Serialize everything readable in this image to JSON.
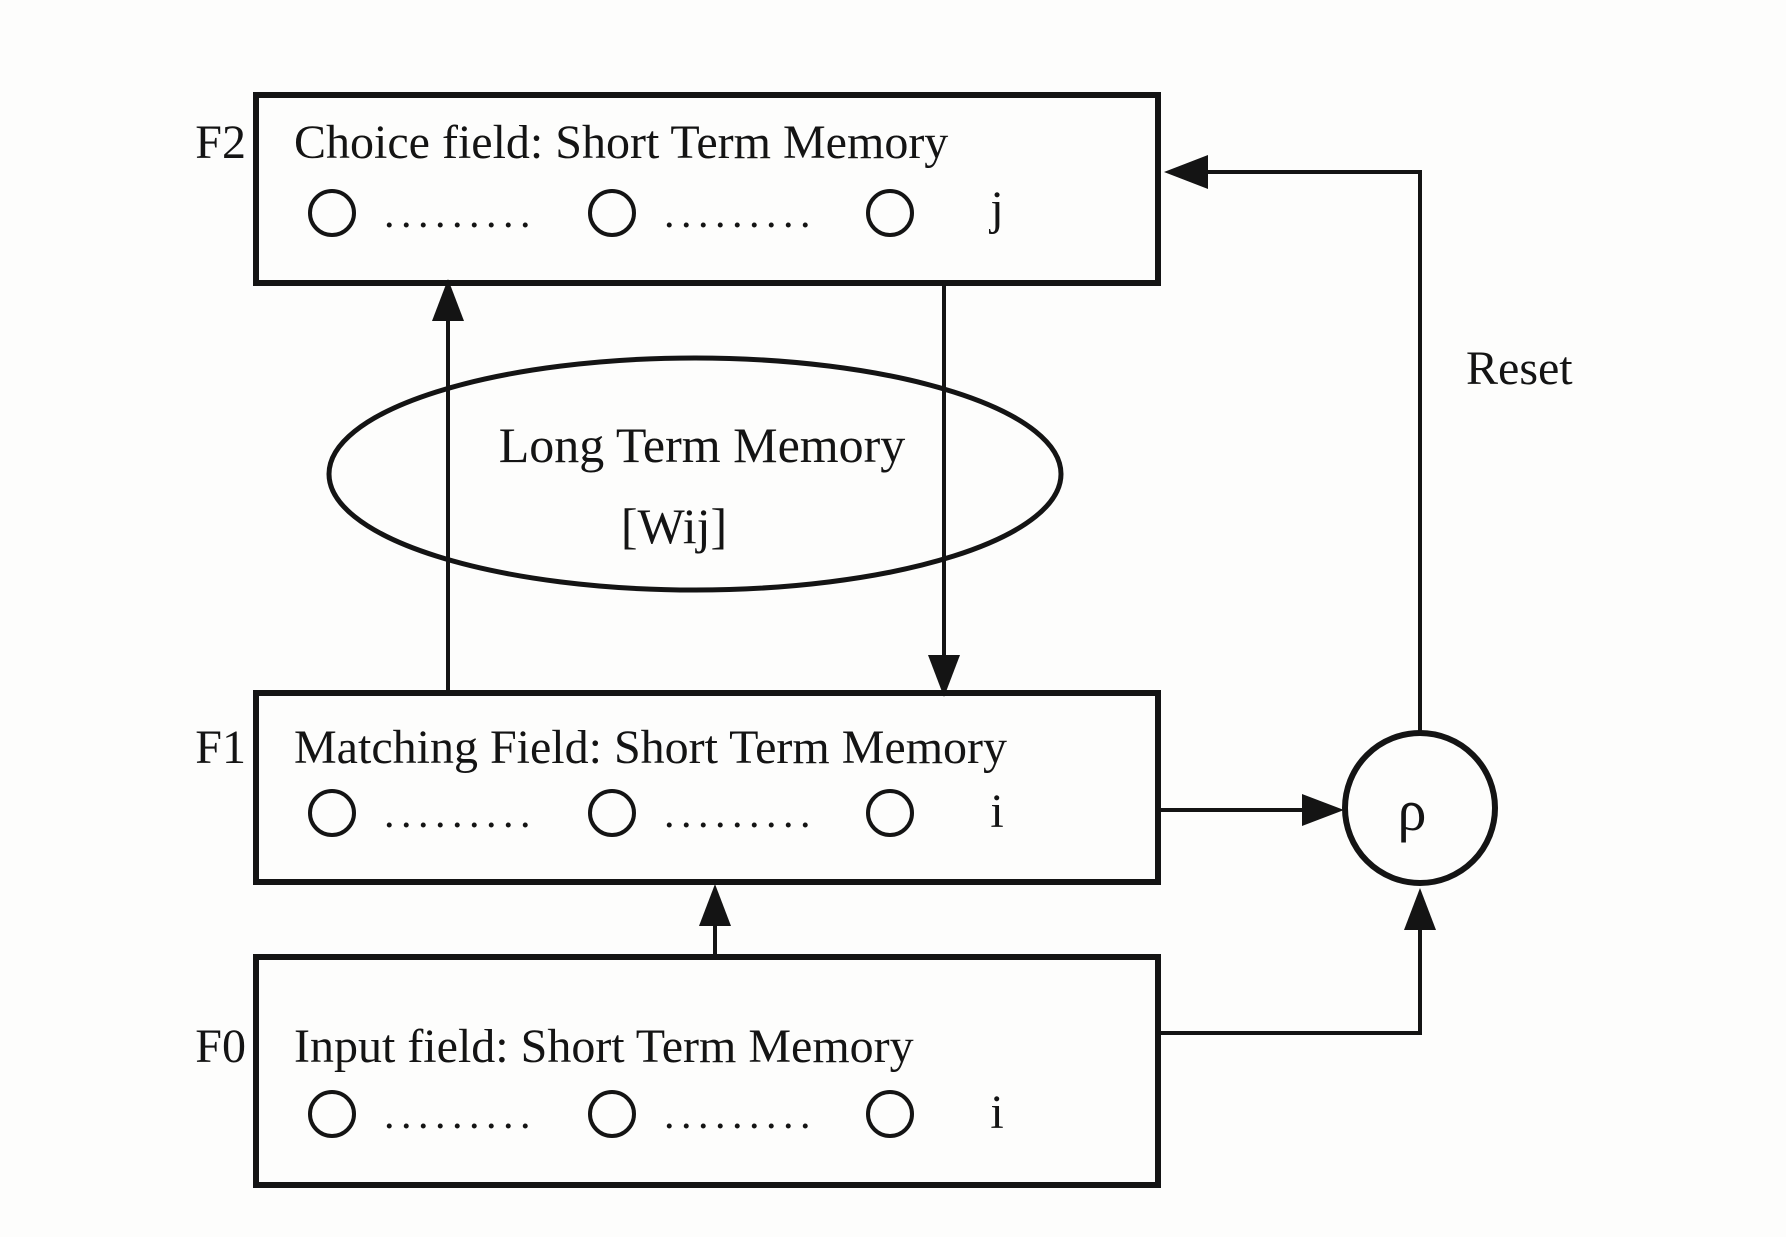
{
  "colors": {
    "ink": "#141414",
    "paper": "#fdfdfc"
  },
  "diagram": {
    "f2": {
      "tag": "F2",
      "title": "Choice field: Short Term Memory",
      "dots1": ".........",
      "dots2": ".........",
      "node_label": "j"
    },
    "f1": {
      "tag": "F1",
      "title": "Matching Field: Short Term Memory",
      "dots1": ".........",
      "dots2": ".........",
      "node_label": "i"
    },
    "f0": {
      "tag": "F0",
      "title": "Input field: Short Term Memory",
      "dots1": ".........",
      "dots2": ".........",
      "node_label": "i"
    },
    "ltm": {
      "title": "Long Term Memory",
      "weights": "[Wij]"
    },
    "vigilance": {
      "symbol": "ρ"
    },
    "reset": {
      "label": "Reset"
    }
  }
}
